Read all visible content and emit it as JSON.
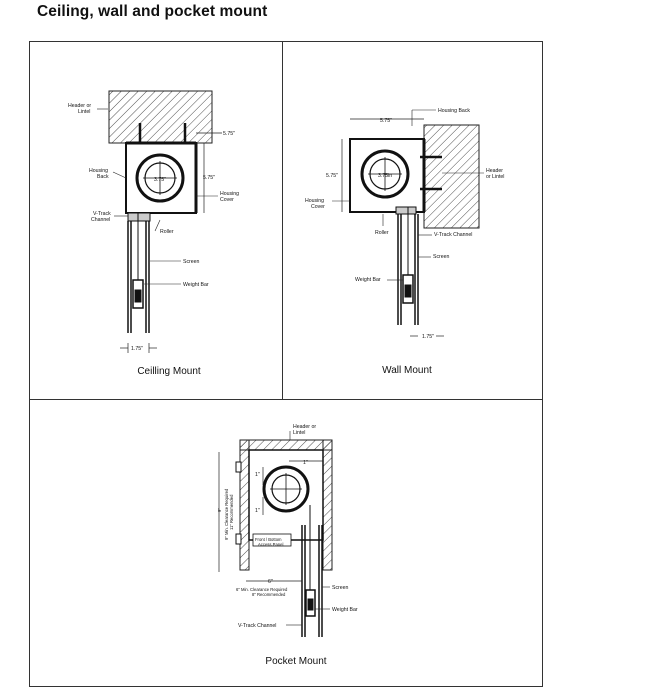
{
  "title": "Ceiling, wall and pocket mount",
  "ceiling": {
    "caption": "Ceilling Mount",
    "header_label_1": "Header or",
    "header_label_2": "Lintel",
    "dim_width": "5.75\"",
    "dim_height": "5.75\"",
    "roller_dim": "3.75\"",
    "housing_back_1": "Housing",
    "housing_back_2": "Back",
    "housing_cover_1": "Housing",
    "housing_cover_2": "Cover",
    "vtrack_1": "V-Track",
    "vtrack_2": "Channel",
    "roller": "Roller",
    "screen": "Screen",
    "weight_bar": "Weight Bar",
    "track_width": "1.75\""
  },
  "wall": {
    "caption": "Wall Mount",
    "housing_back": "Housing Back",
    "dim_width": "5.75\"",
    "dim_height": "5.75\"",
    "roller_dim": "3.75in",
    "header_1": "Header",
    "header_2": "or Lintel",
    "housing_cover_1": "Housing",
    "housing_cover_2": "Cover",
    "roller": "Roller",
    "vtrack": "V-Track Channel",
    "screen": "Screen",
    "weight_bar": "Weight Bar",
    "track_width": "1.75\""
  },
  "pocket": {
    "caption": "Pocket Mount",
    "header_1": "Header or",
    "header_2": "Lintel",
    "dim_top": "1\"",
    "dim_side_top": "1\"",
    "dim_side_bottom": "1\"",
    "dim_height": "9\"",
    "clearance_v_1": "9\" Min. Clearance Required",
    "clearance_v_2": "11\" Recommended",
    "access_1": "Front / Bottom",
    "access_2": "Access Panel",
    "dim_bottom": "6\"",
    "clearance_h_1": "6\" Min. Clearance Required",
    "clearance_h_2": "8\" Recommended",
    "screen": "Screen",
    "weight_bar": "Weight Bar",
    "vtrack": "V-Track Channel"
  }
}
